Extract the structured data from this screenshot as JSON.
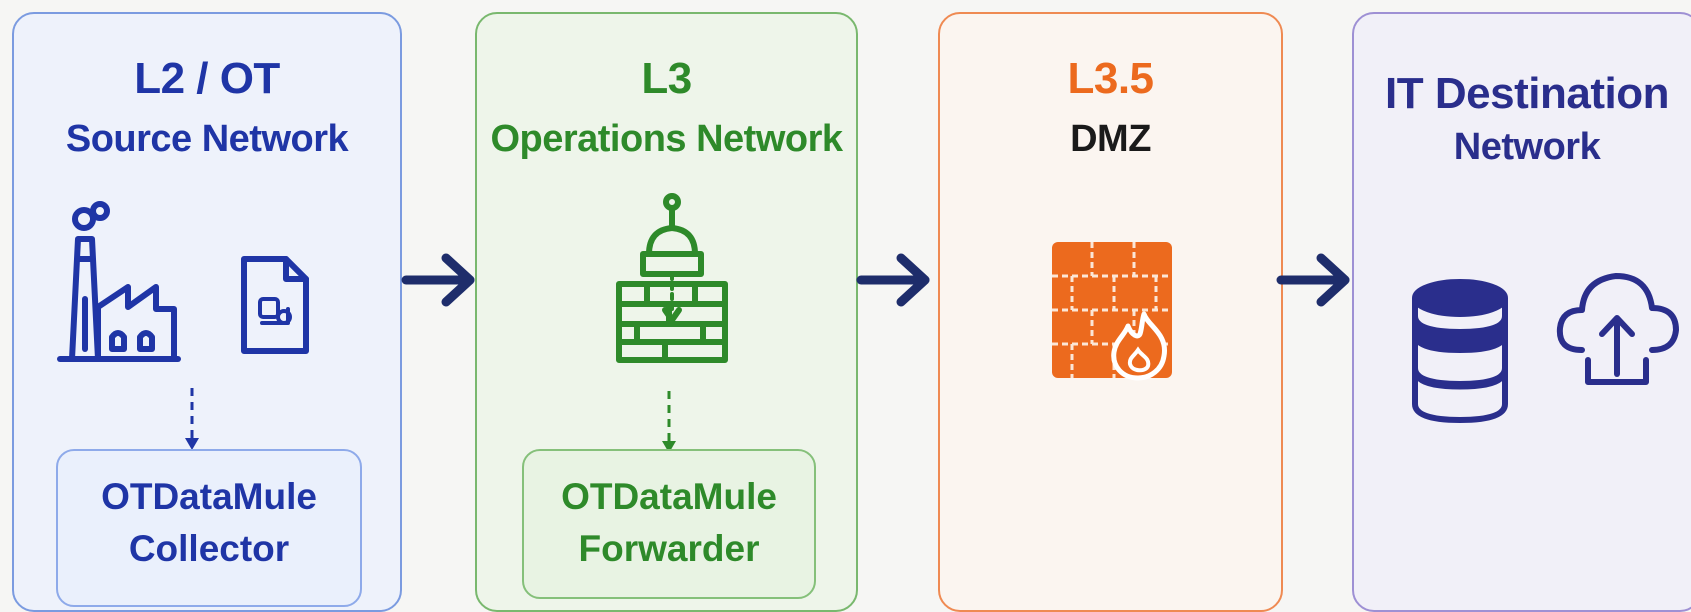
{
  "panels": [
    {
      "id": "ot",
      "line1": "L2 / OT",
      "line2": "Source Network",
      "color": "#1f35a6",
      "icons": [
        "factory-icon",
        "document-icon"
      ],
      "subbox": {
        "line1": "OTDataMule",
        "line2": "Collector"
      }
    },
    {
      "id": "ops",
      "line1": "L3",
      "line2": "Operations Network",
      "color": "#2e8a2a",
      "icons": [
        "firewall-antenna-icon"
      ],
      "subbox": {
        "line1": "OTDataMule",
        "line2": "Forwarder"
      }
    },
    {
      "id": "dmz",
      "line1": "L3.5",
      "line2": "DMZ",
      "color": "#ec6a1e",
      "icons": [
        "firewall-flame-icon"
      ]
    },
    {
      "id": "it",
      "line1": "IT Destination",
      "line2": "Network",
      "color": "#2a2e8c",
      "icons": [
        "database-icon",
        "cloud-upload-icon"
      ]
    }
  ],
  "connectors": [
    "arrow-right-icon",
    "arrow-right-icon",
    "arrow-right-icon"
  ],
  "colors": {
    "arrow": "#1e2d6b"
  }
}
